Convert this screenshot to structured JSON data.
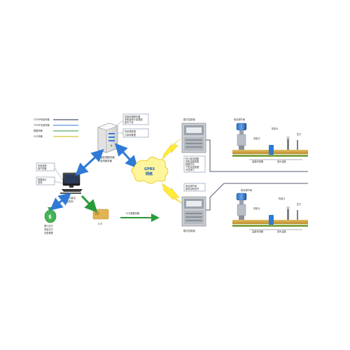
{
  "legend": {
    "items": [
      {
        "label": "TCP/IP有线传输",
        "color": "#1f2a44"
      },
      {
        "label": "TCP/IP无线传输",
        "color": "#2f7ad6"
      },
      {
        "label": "数据传输",
        "color": "#2a9a3a"
      },
      {
        "label": "IC卡传输",
        "color": "#c8b400"
      }
    ]
  },
  "server": {
    "label_line1": "数据处理服务器",
    "label_line2": "费用服务器",
    "note1": [
      "前置处理服务器",
      "采集各种计量数据",
      "指令下发"
    ],
    "note2": [
      "热量表数据",
      "计量和管理"
    ]
  },
  "operator": {
    "note1": [
      "系统参数",
      "用户配置"
    ],
    "note2": [
      "数据统计",
      "查询"
    ],
    "label_line1": "管理计量站",
    "label_line2": "数据查询"
  },
  "bank": {
    "label": [
      "银行支付",
      "现金支付",
      "充值管理"
    ]
  },
  "ic_card": {
    "label": "IC卡"
  },
  "network": {
    "gprs_label_line1": "GPRS",
    "gprs_label_line2": "网络"
  },
  "ic_transfer": {
    "label": "IC卡数据传输"
  },
  "cabinet1": {
    "title": "楼宇控制柜",
    "note": [
      "热计量控制器",
      "采集温度数据",
      "数据打包",
      "下发温控数据",
      "开关阀门"
    ]
  },
  "cabinet2": {
    "title": "楼宇控制柜",
    "note": [
      "电动调节阀",
      "接收控制信号"
    ]
  },
  "field1": {
    "top_label": "电动调节阀",
    "side_label1": "温度传感器",
    "side_label2": "流量计",
    "right_label": "热量计",
    "label_a": "回水温度",
    "label_b": "压力"
  },
  "field2": {
    "top_label": "电动调节阀",
    "side_label1": "温度传感器",
    "side_label2": "流量计",
    "right_label": "热量计",
    "label_a": "回水温度",
    "label_b": "压力"
  }
}
